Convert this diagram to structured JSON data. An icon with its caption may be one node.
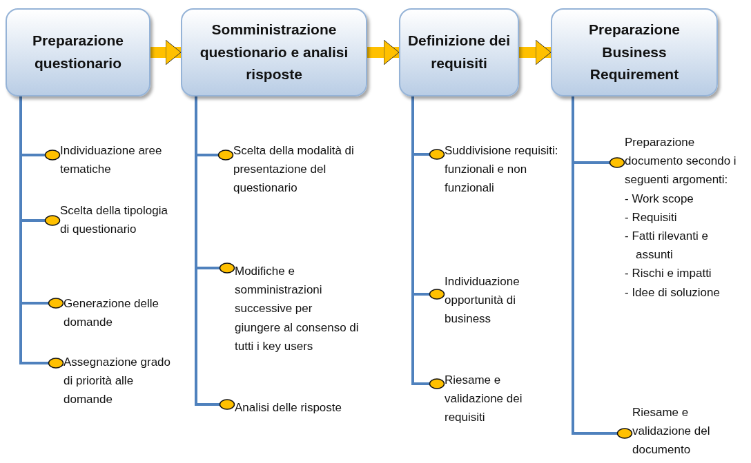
{
  "diagram": {
    "nodes": [
      {
        "text": [
          "Preparazione questionario"
        ]
      },
      {
        "text": [
          "Somministrazione questionario e analisi risposte"
        ]
      },
      {
        "text": [
          "Definizione dei requisiti"
        ]
      },
      {
        "text": [
          "Preparazione Business Requirement"
        ]
      },
      {
        "text": [
          "Individuazione aree tematiche"
        ]
      },
      {
        "text": [
          "Scelta della tipologia di questionario"
        ]
      },
      {
        "text": [
          "Generazione delle domande"
        ]
      },
      {
        "text": [
          "Assegnazione grado di priorità alle domande"
        ]
      },
      {
        "text": [
          "Scelta della modalità di presentazione del questionario"
        ]
      },
      {
        "text": [
          "Modifiche e somministrazioni successive per giungere al consenso di tutti i key users"
        ]
      },
      {
        "text": [
          "Analisi delle risposte"
        ]
      },
      {
        "text": [
          "Suddivisione requisiti: funzionali e non funzionali"
        ]
      },
      {
        "text": [
          "Individuazione opportunità di business"
        ]
      },
      {
        "text": [
          "Riesame e validazione dei requisiti"
        ]
      },
      {
        "text": [
          "Preparazione documento secondo i seguenti argomenti:",
          "- Work scope",
          "- Requisiti",
          "- Fatti rilevanti e assunti",
          "- Rischi e impatti",
          "- Idee di soluzione"
        ]
      },
      {
        "text": [
          "Riesame e validazione del documento"
        ]
      }
    ],
    "edges": [
      {
        "from": 0,
        "to": 1,
        "arrow": "to",
        "style": "thick",
        "color": "#ffc000"
      },
      {
        "from": 1,
        "to": 2,
        "arrow": "to",
        "style": "thick",
        "color": "#ffc000"
      },
      {
        "from": 2,
        "to": 3,
        "arrow": "to",
        "style": "thick",
        "color": "#ffc000"
      },
      {
        "from": 0,
        "to": 4,
        "arrow": "other"
      },
      {
        "from": 0,
        "to": 5,
        "arrow": "other"
      },
      {
        "from": 0,
        "to": 6,
        "arrow": "other"
      },
      {
        "from": 0,
        "to": 7,
        "arrow": "other"
      },
      {
        "from": 1,
        "to": 8,
        "arrow": "other"
      },
      {
        "from": 1,
        "to": 9,
        "arrow": "other"
      },
      {
        "from": 1,
        "to": 10,
        "arrow": "other"
      },
      {
        "from": 2,
        "to": 11,
        "arrow": "other"
      },
      {
        "from": 2,
        "to": 12,
        "arrow": "other"
      },
      {
        "from": 2,
        "to": 13,
        "arrow": "other"
      },
      {
        "from": 3,
        "to": 14,
        "arrow": "other"
      },
      {
        "from": 3,
        "to": 15,
        "arrow": "other"
      }
    ]
  }
}
